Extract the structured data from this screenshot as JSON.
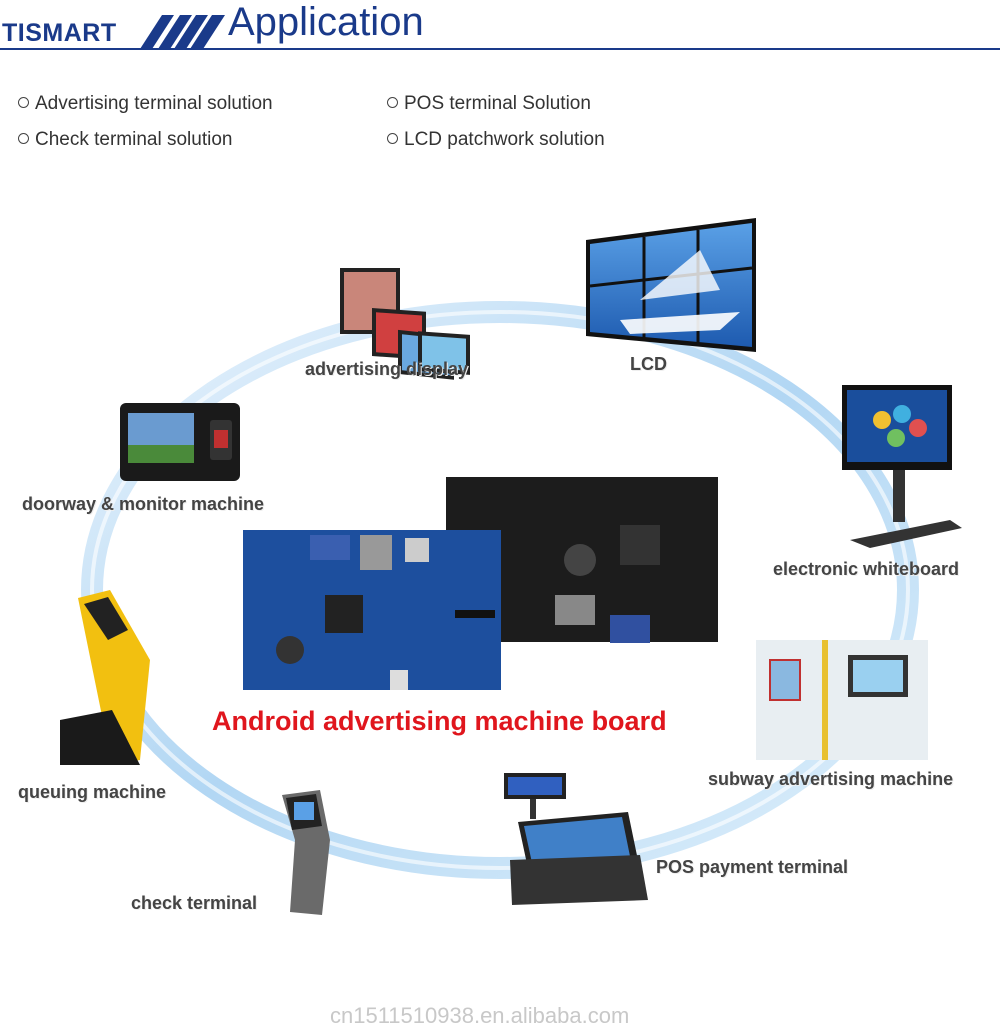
{
  "header": {
    "brand": "TISMART",
    "title": "Application"
  },
  "bullets": [
    "Advertising terminal solution",
    "POS terminal Solution",
    "Check terminal solution",
    "LCD patchwork solution"
  ],
  "center_title": "Android advertising machine board",
  "labels": {
    "advertising_display": "advertising display",
    "lcd": "LCD",
    "electronic_whiteboard": "electronic whiteboard",
    "doorway_monitor": "doorway & monitor machine",
    "queuing_machine": "queuing machine",
    "check_terminal": "check terminal",
    "pos_terminal": "POS payment terminal",
    "subway_machine": "subway advertising machine"
  },
  "watermark": "cn1511510938.en.alibaba.com",
  "colors": {
    "brand": "#1a3a8a",
    "accent_red": "#e0161d",
    "ring": "#9cc8ee"
  }
}
